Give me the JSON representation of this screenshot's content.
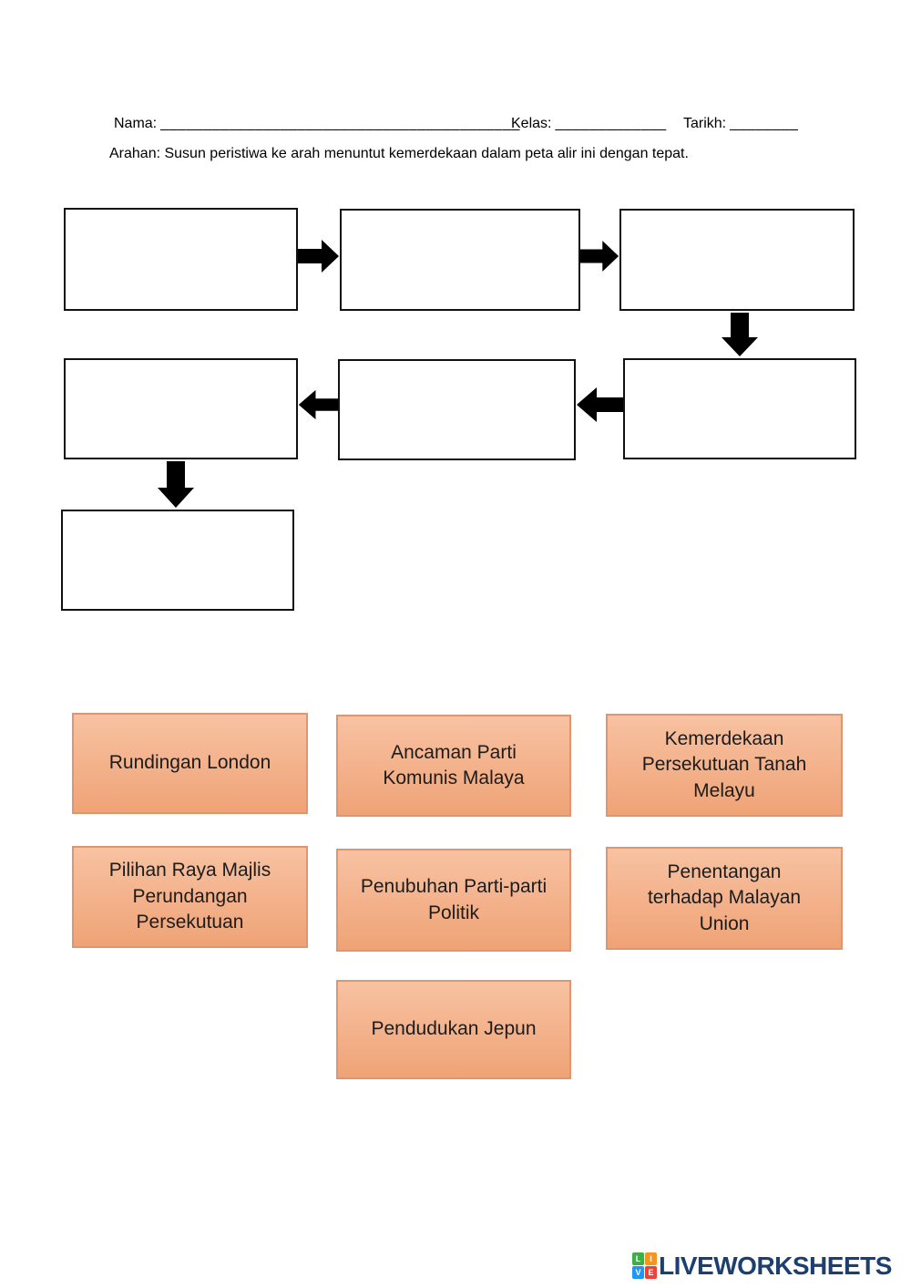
{
  "header": {
    "name_label": "Nama:",
    "name_blank": "__________________________________________",
    "class_label": "Kelas:",
    "class_blank": "_____________",
    "date_label": "Tarikh:",
    "date_blank": "________",
    "instruction": "Arahan: Susun peristiwa ke arah menuntut kemerdekaan dalam peta alir ini dengan tepat."
  },
  "cards": [
    "Rundingan London",
    "Ancaman Parti\nKomunis Malaya",
    "Kemerdekaan\nPersekutuan Tanah\nMelayu",
    "Pilihan Raya Majlis\nPerundangan\nPersekutuan",
    "Penubuhan Parti-parti\nPolitik",
    "Penentangan\nterhadap Malayan\nUnion",
    "Pendudukan Jepun"
  ],
  "logo": {
    "text": "LIVEWORKSHEETS",
    "tiles": [
      {
        "letter": "L",
        "color": "#3fae4a"
      },
      {
        "letter": "I",
        "color": "#f7941e"
      },
      {
        "letter": "V",
        "color": "#2196f3"
      },
      {
        "letter": "E",
        "color": "#ef4136"
      }
    ]
  },
  "colors": {
    "page_bg": "#ffffff",
    "flow_border": "#111111",
    "arrow_fill": "#000000",
    "card_top": "#f8c2a2",
    "card_bottom": "#efa376",
    "card_border": "#df9670",
    "card_text": "#1c1c1c",
    "logo_text": "#1c3f70"
  }
}
